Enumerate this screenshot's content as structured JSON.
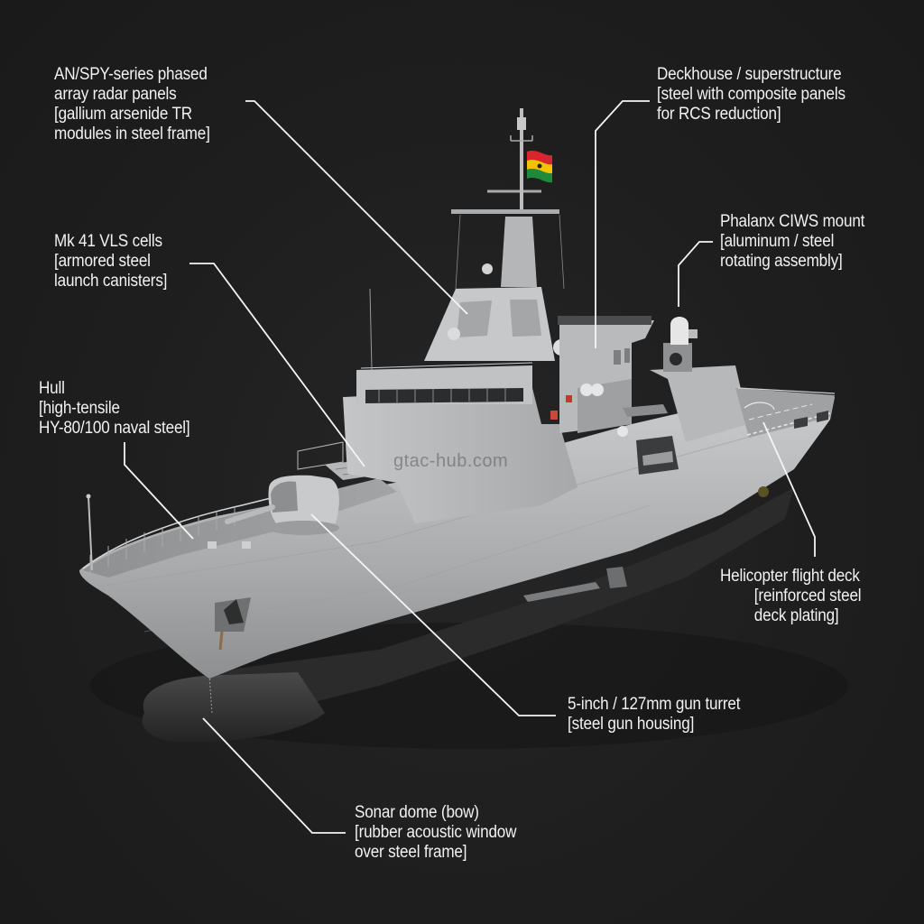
{
  "diagram": {
    "type": "annotated-illustration",
    "subject": "naval frigate / offshore patrol vessel",
    "background_color": "#1e1e1e",
    "text_color": "#f2f2f2",
    "leader_line_color": "#f5f5f5",
    "hull_color": "#b9bbbd",
    "sonar_dome_color": "#3a3a3a",
    "flag_colors": [
      "#d8262c",
      "#f2c300",
      "#1f8a3b"
    ]
  },
  "watermark": "gtac-hub.com",
  "callouts": [
    {
      "id": "radar",
      "lines": [
        "AN/SPY-series phased",
        "array radar panels",
        "[gallium arsenide TR",
        "modules in steel frame]"
      ]
    },
    {
      "id": "deckhouse",
      "lines": [
        "Deckhouse / superstructure",
        "[steel with composite panels",
        "for RCS reduction]"
      ]
    },
    {
      "id": "vls",
      "lines": [
        "Mk 41 VLS cells",
        "[armored steel",
        "launch canisters]"
      ]
    },
    {
      "id": "ciws",
      "lines": [
        "Phalanx CIWS mount",
        "[aluminum / steel",
        "rotating assembly]"
      ]
    },
    {
      "id": "hull",
      "lines": [
        "Hull",
        "[high-tensile",
        "HY-80/100 naval steel]"
      ]
    },
    {
      "id": "flight-deck",
      "lines": [
        "Helicopter flight deck",
        "[reinforced steel",
        "deck plating]"
      ]
    },
    {
      "id": "gun",
      "lines": [
        "5-inch / 127mm gun turret",
        "[steel gun housing]"
      ]
    },
    {
      "id": "sonar",
      "lines": [
        "Sonar dome (bow)",
        "[rubber acoustic window",
        "over steel frame]"
      ]
    }
  ]
}
